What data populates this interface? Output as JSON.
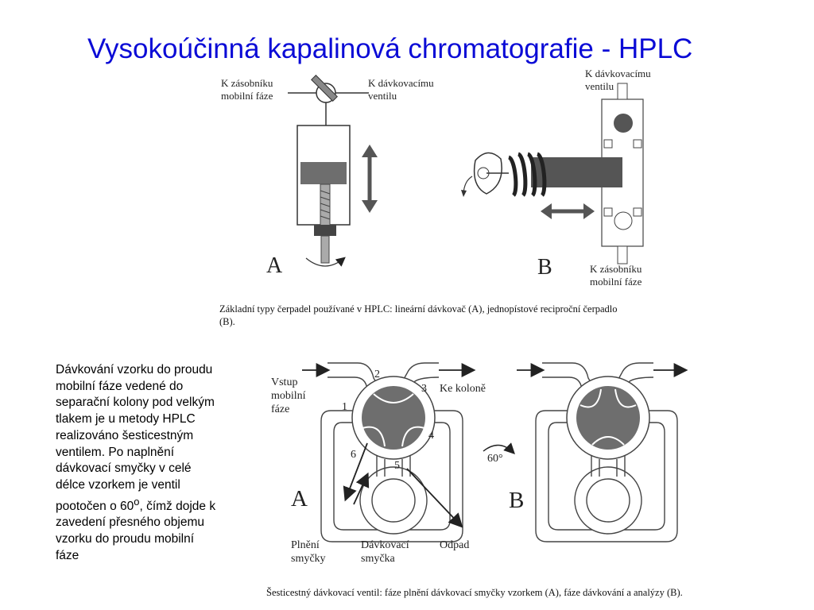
{
  "title": "Vysokoúčinná kapalinová chromatografie - HPLC",
  "pumps": {
    "a_reservoir": [
      "K zásobníku",
      "mobilní fáze"
    ],
    "a_valve": [
      "K dávkovacímu",
      "ventilu"
    ],
    "b_valve": [
      "K dávkovacímu",
      "ventilu"
    ],
    "b_reservoir": [
      "K zásobníku",
      "mobilní fáze"
    ],
    "letter_a": "A",
    "letter_b": "B",
    "caption": "Základní typy čerpadel používané v HPLC: lineární dávkovač (A), jednopístové reciproční čerpadlo (B)."
  },
  "side_text": "Dávkování vzorku do proudu mobilní fáze vedené do separační kolony pod velkým tlakem je u metody HPLC realizováno šesticestným ventilem. Po naplnění dávkovací smyčky v celé délce vzorkem je ventil pootočen o 60",
  "side_text_sup": "o",
  "side_text_end": ", čímž dojde k zavedení přesného objemu vzorku do proudu mobilní fáze",
  "valve": {
    "inlet": [
      "Vstup",
      "mobilní",
      "fáze"
    ],
    "to_column": "Ke koloně",
    "ports": [
      "1",
      "2",
      "3",
      "4",
      "5",
      "6"
    ],
    "rotation": "60°",
    "letter_a": "A",
    "letter_b": "B",
    "fill_loop": [
      "Plnění",
      "smyčky"
    ],
    "dosing_loop": [
      "Dávkovací",
      "smyčka"
    ],
    "waste": "Odpad",
    "caption": "Šesticestný dávkovací ventil: fáze plnění dávkovací smyčky vzorkem (A), fáze dávkování a analýzy (B)."
  }
}
